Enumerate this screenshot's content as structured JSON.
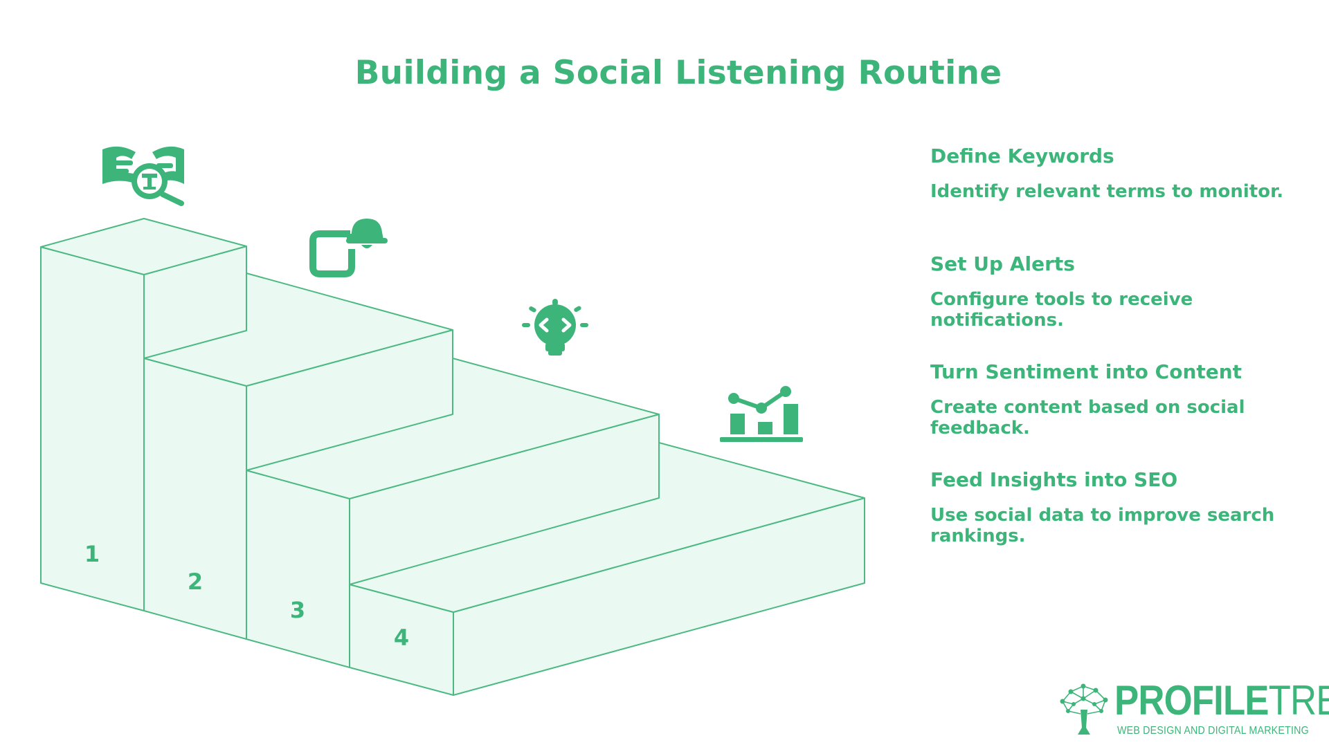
{
  "title": "Building a Social Listening Routine",
  "steps": [
    {
      "number": "1",
      "title": "Define Keywords",
      "description": "Identify relevant terms to monitor.",
      "icon": "keyword-search-icon"
    },
    {
      "number": "2",
      "title": "Set Up Alerts",
      "description": "Configure tools to receive notifications.",
      "icon": "mobile-alert-bell-icon"
    },
    {
      "number": "3",
      "title": "Turn Sentiment into Content",
      "description": "Create content based on social feedback.",
      "icon": "idea-bulb-code-icon"
    },
    {
      "number": "4",
      "title": "Feed Insights into SEO",
      "description": "Use social data to improve search rankings.",
      "icon": "bar-chart-trend-icon"
    }
  ],
  "logo": {
    "name_bold": "PROFILE",
    "name_thin": "TREE",
    "tagline": "WEB DESIGN AND DIGITAL MARKETING"
  },
  "colors": {
    "accent": "#3db57a",
    "step_fill": "#eafaf2",
    "step_stroke": "#4cb882"
  }
}
